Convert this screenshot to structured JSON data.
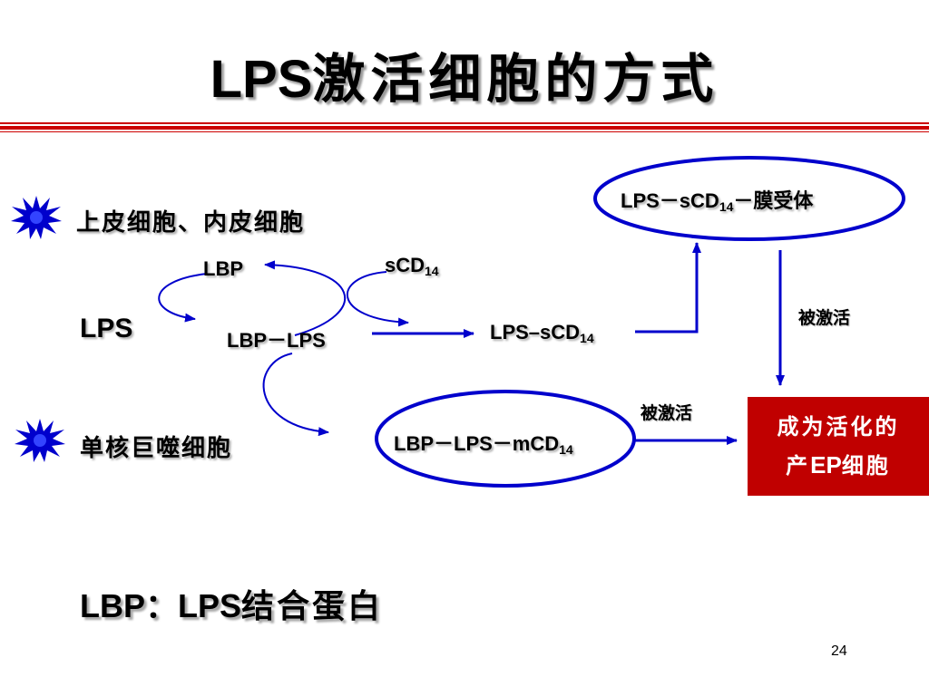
{
  "title": {
    "latin": "LPS",
    "cn": "激活细胞的方式"
  },
  "nodes": {
    "epithelial": "上皮细胞、内皮细胞",
    "lbp": "LBP",
    "scd14": {
      "base": "sCD",
      "sub": "14"
    },
    "lps": "LPS",
    "lbp_lps": "LBP－LPS",
    "lps_scd14": {
      "base": "LPS–sCD",
      "sub": "14"
    },
    "receptor": {
      "base": "LPS－sCD",
      "sub": "14",
      "tail": "－膜受体"
    },
    "activated_right": "被激活",
    "activated_bottom": "被激活",
    "monocyte": "单核巨噬细胞",
    "mcd14": {
      "base": "LBP－LPS－mCD",
      "sub": "14"
    },
    "result": {
      "line1": "成为活化的",
      "line2_a": "产",
      "line2_b": "EP",
      "line2_c": "细胞"
    }
  },
  "footer": {
    "latin": "LBP：LPS",
    "cn": "结合蛋白"
  },
  "page_number": "24",
  "colors": {
    "arrow": "#0000cc",
    "rule": "#cc0000",
    "result_box": "#c00000",
    "burst": "#0000cc"
  }
}
